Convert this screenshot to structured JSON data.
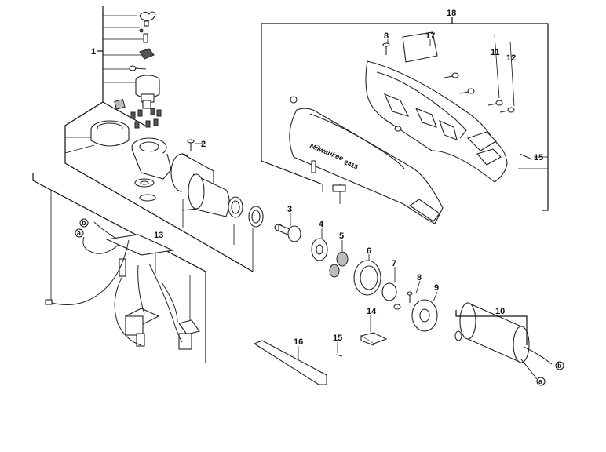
{
  "diagram": {
    "callouts": {
      "c1": "1",
      "c2": "2",
      "c3": "3",
      "c4": "4",
      "c5": "5",
      "c6": "6",
      "c7": "7",
      "c8a": "8",
      "c8b": "8",
      "c9": "9",
      "c10": "10",
      "c11": "11",
      "c12": "12",
      "c13": "13",
      "c14": "14",
      "c15a": "15",
      "c15b": "15",
      "c16": "16",
      "c17": "17",
      "c18": "18"
    },
    "wire_labels": {
      "a_left": "a",
      "b_left": "b",
      "a_right": "a",
      "b_right": "b"
    },
    "logo_text": "Milwaukee",
    "model_text": "2415"
  }
}
